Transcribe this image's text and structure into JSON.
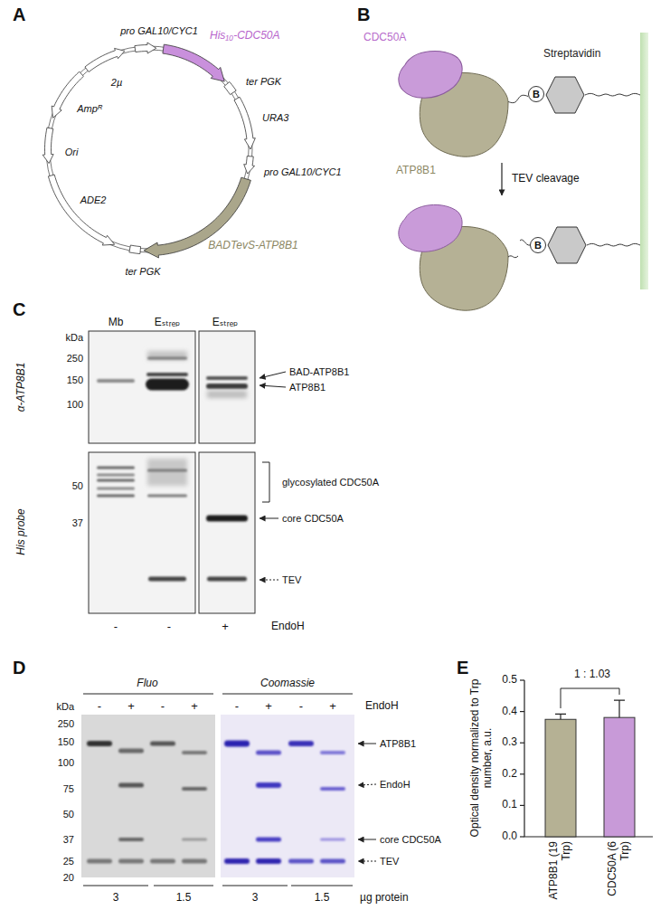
{
  "diagram": {
    "nodes": [
      {
        "text": [
          "CDC50A"
        ]
      },
      {
        "text": [
          "ATP8B1"
        ]
      },
      {
        "text": [
          "B"
        ]
      },
      {
        "text": [
          "Streptavidin"
        ]
      },
      {
        "text": [
          "B"
        ]
      }
    ],
    "edges": [
      {
        "from": 1,
        "to": 2,
        "arrow": "none"
      }
    ],
    "labels": [
      "A",
      "pro GAL10/CYC1",
      "His₁₀-CDC50A",
      "ter PGK",
      "URA3",
      "pro GAL10/CYC1",
      "BADTevS-ATP8B1",
      "ter PGK",
      "ADE2",
      "Ori",
      "Ampᴿ",
      "2µ",
      "B",
      "TEV cleavage",
      "C",
      "α-ATP8B1",
      "His probe",
      "kDa",
      "250",
      "150",
      "100",
      "Mb",
      "Eₛₜᵣₑₚ",
      "Eₛₜᵣₑₚ",
      "BAD-ATP8B1",
      "ATP8B1",
      "50",
      "37",
      "glycosylated CDC50A",
      "core CDC50A",
      "TEV",
      "-",
      "-",
      "+",
      "EndoH",
      "D",
      "Fluo",
      "Coomassie",
      "kDa",
      "250",
      "150",
      "100",
      "75",
      "50",
      "37",
      "25",
      "20",
      "-",
      "+",
      "-",
      "+",
      "-",
      "+",
      "-",
      "+",
      "EndoH",
      "ATP8B1",
      "EndoH",
      "core CDC50A",
      "TEV",
      "3",
      "1.5",
      "3",
      "1.5",
      "µg protein",
      "E",
      "Optical density normalized to Trp number, a.u.",
      "0.5",
      "0.4",
      "0.3",
      "0.2",
      "0.1",
      "0.0",
      "1 : 1.03",
      "ATP8B1 (19 Trp)",
      "CDC50A (6 Trp)"
    ]
  }
}
